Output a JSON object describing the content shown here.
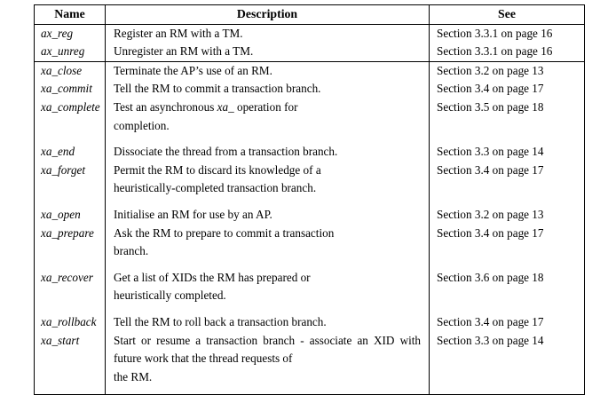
{
  "table": {
    "columns": [
      {
        "key": "name",
        "label": "Name",
        "align": "center"
      },
      {
        "key": "description",
        "label": "Description",
        "align": "center"
      },
      {
        "key": "see",
        "label": "See",
        "align": "center"
      }
    ],
    "rows": [
      {
        "name": "ax_reg",
        "description": "Register an RM with a TM.",
        "see": "Section 3.3.1 on page 16",
        "group": "ax",
        "multiline": false
      },
      {
        "name": "ax_unreg",
        "description": "Unregister an RM with a TM.",
        "see": "Section 3.3.1 on page 16",
        "group": "ax",
        "multiline": false,
        "group_end": true
      },
      {
        "name": "xa_close",
        "description": "Terminate the AP’s use of an RM.",
        "see": "Section 3.2 on page 13",
        "group": "xa",
        "multiline": false
      },
      {
        "name": "xa_commit",
        "description": "Tell the RM to commit a transaction branch.",
        "see": "Section 3.4 on page 17",
        "group": "xa",
        "multiline": false
      },
      {
        "name": "xa_complete",
        "description_pre": "Test an asynchronous ",
        "description_italic": "xa_",
        "description_post": " operation for",
        "description_last": "completion.",
        "description": "Test an asynchronous xa_ operation for completion.",
        "see": "Section 3.5 on page 18",
        "group": "xa",
        "multiline": true
      },
      {
        "name": "xa_end",
        "description": "Dissociate the thread from a transaction branch.",
        "see": "Section 3.3 on page 14",
        "group": "xa",
        "multiline": false
      },
      {
        "name": "xa_forget",
        "description_first": "Permit the RM to discard its knowledge of a",
        "description_last": "heuristically-completed transaction branch.",
        "description": "Permit the RM to discard its knowledge of a heuristically-completed transaction branch.",
        "see": "Section 3.4 on page 17",
        "group": "xa",
        "multiline": true
      },
      {
        "name": "xa_open",
        "description": "Initialise an RM for use by an AP.",
        "see": "Section 3.2 on page 13",
        "group": "xa",
        "multiline": false
      },
      {
        "name": "xa_prepare",
        "description_first": "Ask the RM to prepare to commit a transaction",
        "description_last": "branch.",
        "description": "Ask the RM to prepare to commit a transaction branch.",
        "see": "Section 3.4 on page 17",
        "group": "xa",
        "multiline": true
      },
      {
        "name": "xa_recover",
        "description_first": "Get a list of XIDs the RM has prepared or",
        "description_last": "heuristically completed.",
        "description": "Get a list of XIDs the RM has prepared or heuristically completed.",
        "see": "Section 3.6 on page 18",
        "group": "xa",
        "multiline": true
      },
      {
        "name": "xa_rollback",
        "description": "Tell the RM to roll back a transaction branch.",
        "see": "Section 3.4 on page 17",
        "group": "xa",
        "multiline": false
      },
      {
        "name": "xa_start",
        "description_first": "Start or resume a transaction branch - associate an",
        "description_second": "XID with future work that the thread requests of",
        "description_last": "the RM.",
        "description": "Start or resume a transaction branch - associate an XID with future work that the thread requests of the RM.",
        "see": "Section 3.3 on page 14",
        "group": "xa",
        "multiline": true
      }
    ]
  }
}
